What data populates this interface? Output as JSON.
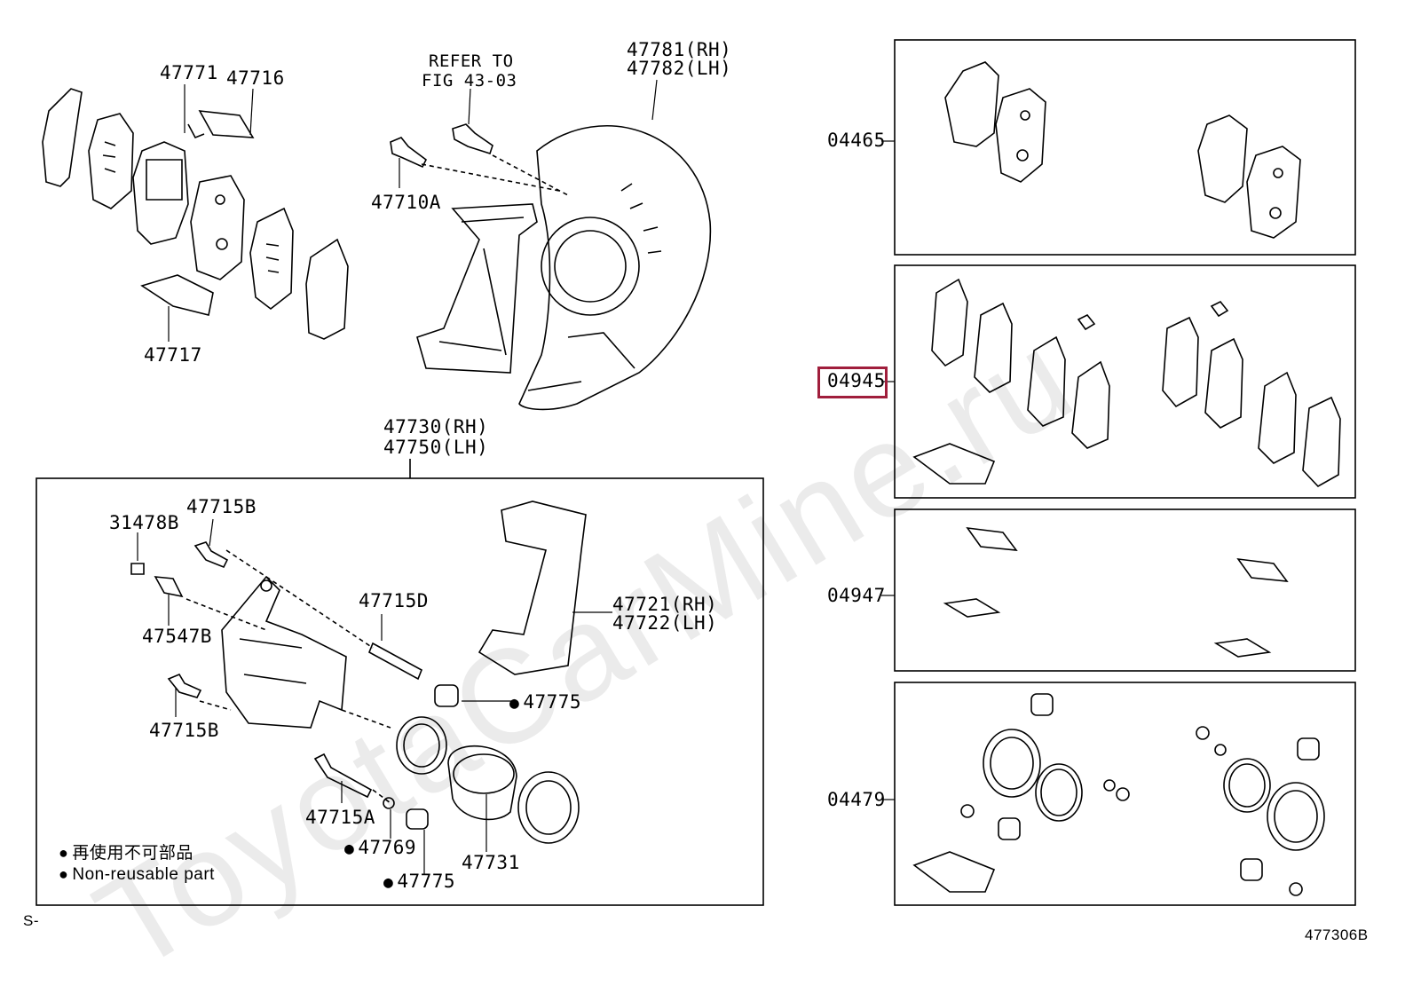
{
  "watermark": "ToyotaCarMine.ru",
  "parts": {
    "p47771": "47771",
    "p47716": "47716",
    "p47717": "47717",
    "refer_line1": "REFER TO",
    "refer_line2": "FIG 43-03",
    "p47781": "47781(RH)",
    "p47782": "47782(LH)",
    "p47710A": "47710A",
    "p47730": "47730(RH)",
    "p47750": "47750(LH)",
    "p31478B": "31478B",
    "p47715B_top": "47715B",
    "p47547B": "47547B",
    "p47715B_bottom": "47715B",
    "p47715D": "47715D",
    "p47721": "47721(RH)",
    "p47722": "47722(LH)",
    "p47775_upper": "47775",
    "p47715A": "47715A",
    "p47769": "47769",
    "p47775_lower": "47775",
    "p47731": "47731"
  },
  "kits": {
    "k04465": "04465",
    "k04945": "04945",
    "k04947": "04947",
    "k04479": "04479"
  },
  "legend": {
    "jp": "再使用不可部品",
    "en": "Non-reusable part"
  },
  "footer": {
    "left": "S-",
    "figure_no": "477306B"
  },
  "colors": {
    "highlight": "#a01e3c"
  }
}
